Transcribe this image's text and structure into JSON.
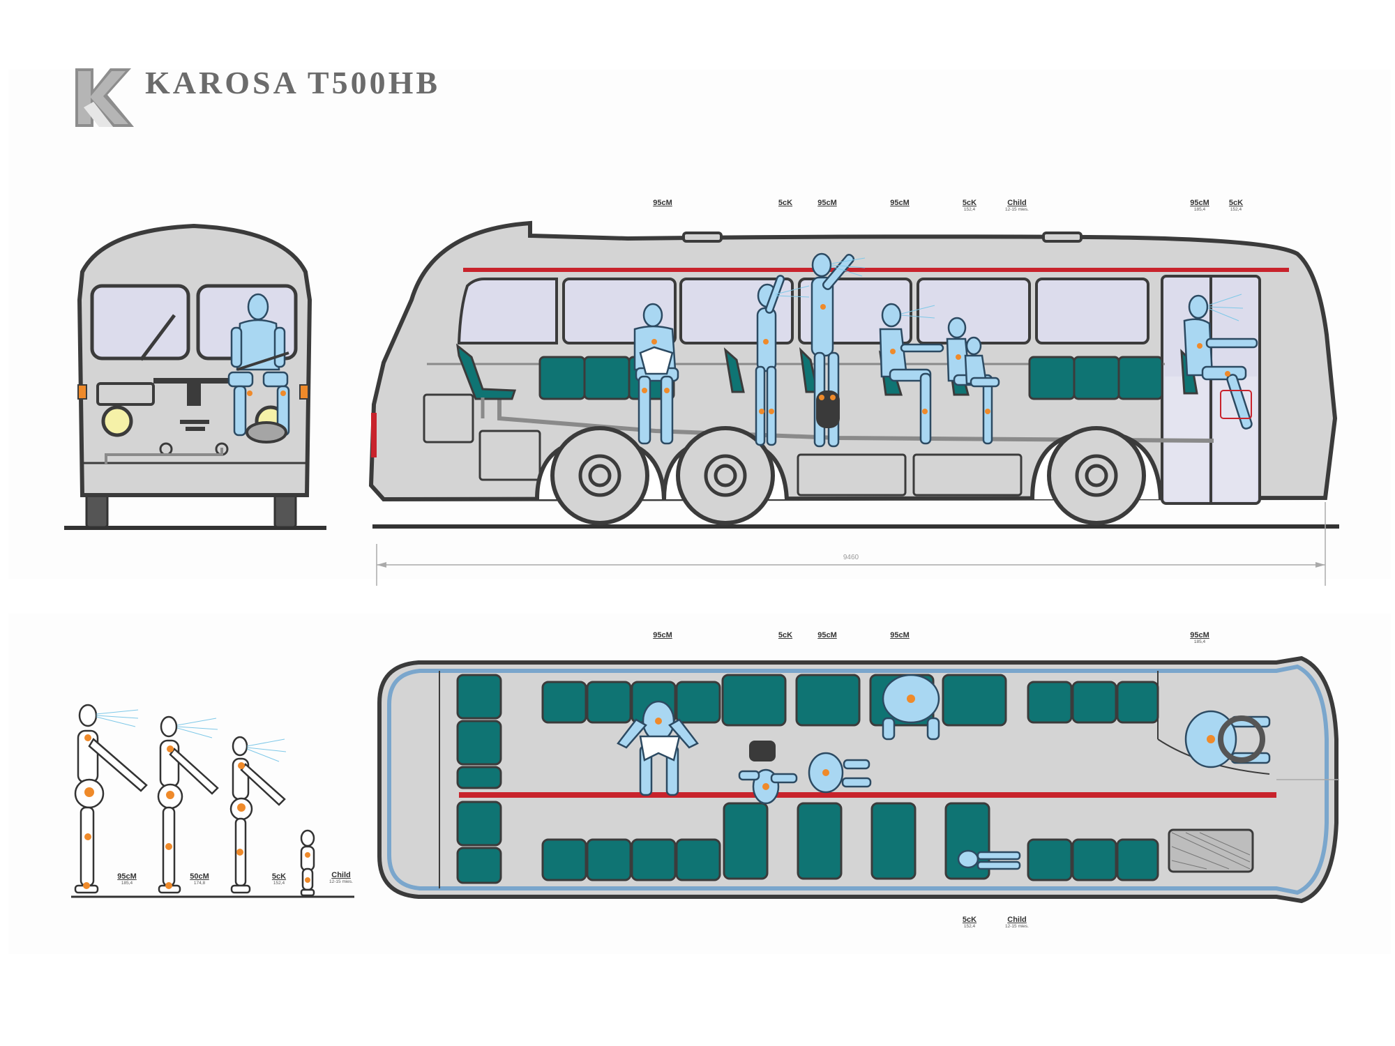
{
  "brand": {
    "title": "KAROSA T500HB",
    "logo_icon": "karosa-k-logo-icon"
  },
  "colors": {
    "body": "#d4d4d4",
    "outline": "#3b3b3b",
    "window": "#dcdcec",
    "seat": "#0f7473",
    "dummy": "#a9d7f2",
    "joint": "#ef8a2a",
    "stripe": "#c8232c",
    "plan_rim": "#7aa6cc"
  },
  "side_view": {
    "labels": [
      {
        "code": "95cM",
        "sub": ""
      },
      {
        "code": "5cK",
        "sub": ""
      },
      {
        "code": "95cM",
        "sub": ""
      },
      {
        "code": "95cM",
        "sub": ""
      },
      {
        "code": "5cK",
        "sub": "152,4"
      },
      {
        "code": "Child",
        "sub": "12-15 mies."
      },
      {
        "code": "95cM",
        "sub": "185,4"
      },
      {
        "code": "5cK",
        "sub": "152,4"
      }
    ],
    "dimension": "9460"
  },
  "plan_view": {
    "top_labels": [
      {
        "code": "95cM",
        "sub": ""
      },
      {
        "code": "5cK",
        "sub": ""
      },
      {
        "code": "95cM",
        "sub": ""
      },
      {
        "code": "95cM",
        "sub": ""
      },
      {
        "code": "95cM",
        "sub": "185,4"
      }
    ],
    "bottom_labels": [
      {
        "code": "5cK",
        "sub": "152,4"
      },
      {
        "code": "Child",
        "sub": "12-15 mies."
      }
    ]
  },
  "legend": [
    {
      "code": "95cM",
      "sub": "185,4"
    },
    {
      "code": "50cM",
      "sub": "174,8"
    },
    {
      "code": "5cK",
      "sub": "152,4"
    },
    {
      "code": "Child",
      "sub": "12-15 mies."
    }
  ]
}
